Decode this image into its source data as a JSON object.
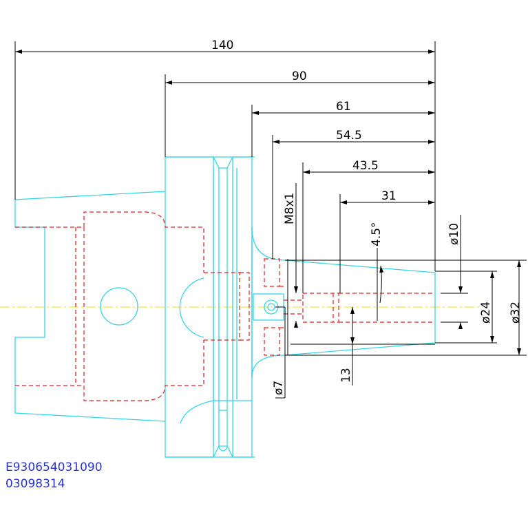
{
  "dimensions": {
    "overall_length": "140",
    "flange_to_tip": "90",
    "body_to_tip": "61",
    "thread_to_tip": "54.5",
    "bore_to_tip": "43.5",
    "pin_to_tip": "31",
    "thread": "M8x1",
    "taper_angle": "4.5°",
    "dia_bore": "ø10",
    "dia_tip": "ø24",
    "dia_nose": "ø32",
    "dia_small": "ø7",
    "depth": "13"
  },
  "part_number": "E930654031090",
  "drawing_number": "03098314",
  "colors": {
    "outline": "#33d6e6",
    "hidden": "#e02020",
    "centerline": "#e6e600",
    "dimension": "#000000",
    "note": "#2b35c9"
  }
}
